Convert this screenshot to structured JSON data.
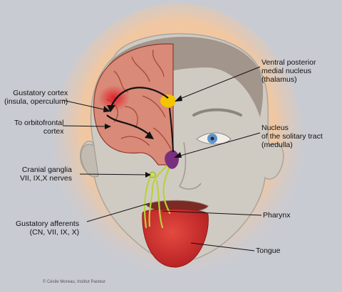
{
  "labels": {
    "gustatory_cortex": [
      "Gustatory cortex",
      "(insula, operculum)"
    ],
    "orbitofrontal": [
      "To orbitofrontal",
      "cortex"
    ],
    "cranial_ganglia": [
      "Cranial ganglia",
      "VII, IX,X nerves"
    ],
    "gustatory_afferents": [
      "Gustatory afferents",
      "(CN, VII, IX, X)"
    ],
    "thalamus": [
      "Ventral posterior",
      "medial nucleus",
      "(thalamus)"
    ],
    "solitary_tract": [
      "Nucleus",
      "of the solitary tract",
      "(medulla)"
    ],
    "pharynx": "Pharynx",
    "tongue": "Tongue"
  },
  "credit": "© Cécile Moreau, Institut Pasteur",
  "colors": {
    "background": "#c9cbd2",
    "skin": "#cfcbc3",
    "brain": "#d98a78",
    "brain_dark": "#bb4f3c",
    "thalamus": "#f2c500",
    "medulla": "#7a2f7e",
    "nerve": "#b8d23a",
    "tongue": "#d23a33",
    "eye": "#5f93c9"
  }
}
